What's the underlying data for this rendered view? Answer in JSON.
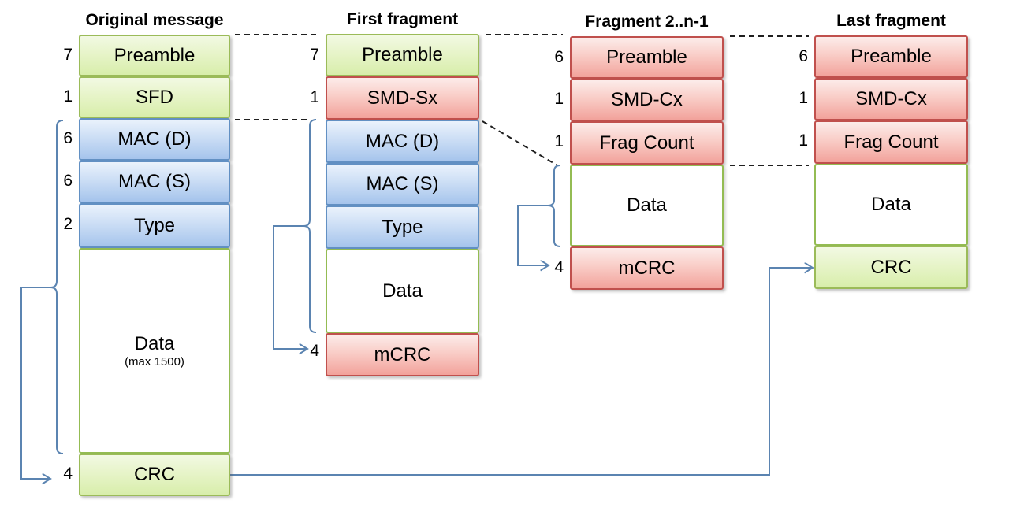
{
  "palette": {
    "green_border": "#9bbb59",
    "green_fill_bottom": "#d8eeab",
    "blue_border": "#6290c3",
    "blue_fill_bottom": "#a5c4ec",
    "red_border": "#c0504d",
    "red_fill_bottom": "#f2a29b",
    "connector_blue": "#5b84b1",
    "dashed_line_black": "#1f1f1f",
    "data_box_fill": "#ffffff"
  },
  "columns": [
    {
      "title": "Original message",
      "rows": [
        {
          "label": "Preamble",
          "bytes": "7"
        },
        {
          "label": "SFD",
          "bytes": "1"
        },
        {
          "label": "MAC (D)",
          "bytes": "6"
        },
        {
          "label": "MAC (S)",
          "bytes": "6"
        },
        {
          "label": "Type",
          "bytes": "2"
        },
        {
          "label": "Data",
          "sublabel": "(max 1500)"
        },
        {
          "label": "CRC",
          "bytes": "4"
        }
      ]
    },
    {
      "title": "First fragment",
      "rows": [
        {
          "label": "Preamble",
          "bytes": "7"
        },
        {
          "label": "SMD-Sx",
          "bytes": "1"
        },
        {
          "label": "MAC (D)"
        },
        {
          "label": "MAC (S)"
        },
        {
          "label": "Type"
        },
        {
          "label": "Data"
        },
        {
          "label": "mCRC",
          "bytes": "4"
        }
      ]
    },
    {
      "title": "Fragment 2..n-1",
      "rows": [
        {
          "label": "Preamble",
          "bytes": "6"
        },
        {
          "label": "SMD-Cx",
          "bytes": "1"
        },
        {
          "label": "Frag Count",
          "bytes": "1"
        },
        {
          "label": "Data"
        },
        {
          "label": "mCRC",
          "bytes": "4"
        }
      ]
    },
    {
      "title": "Last fragment",
      "rows": [
        {
          "label": "Preamble",
          "bytes": "6"
        },
        {
          "label": "SMD-Cx",
          "bytes": "1"
        },
        {
          "label": "Frag Count",
          "bytes": "1"
        },
        {
          "label": "Data"
        },
        {
          "label": "CRC"
        }
      ]
    }
  ]
}
